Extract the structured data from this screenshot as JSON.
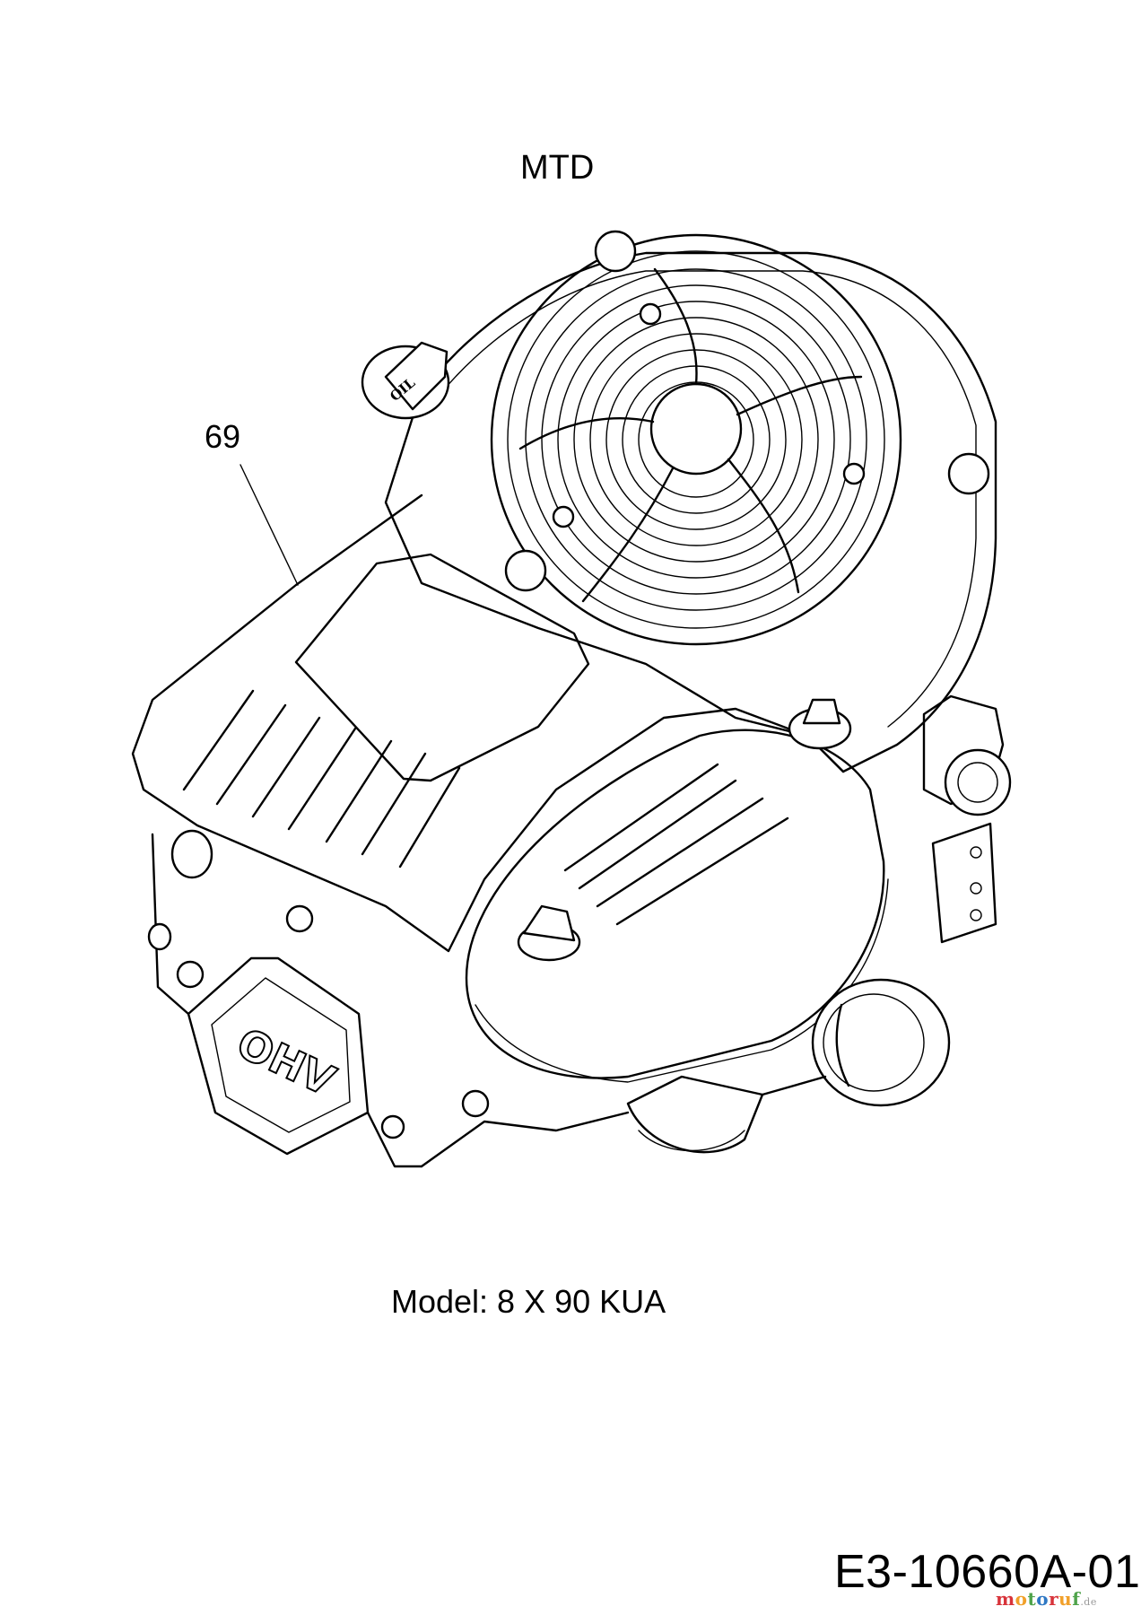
{
  "header": {
    "brand": "MTD"
  },
  "callout": {
    "number": "69"
  },
  "caption": {
    "model": "Model: 8 X 90 KUA"
  },
  "footer": {
    "document_number": "E3-10660A-01"
  },
  "engine": {
    "valve_cover_text": "OHV",
    "oil_cap_text": "OIL"
  },
  "watermark": {
    "brand_text": "motoruf",
    "brand_suffix": ".de"
  }
}
